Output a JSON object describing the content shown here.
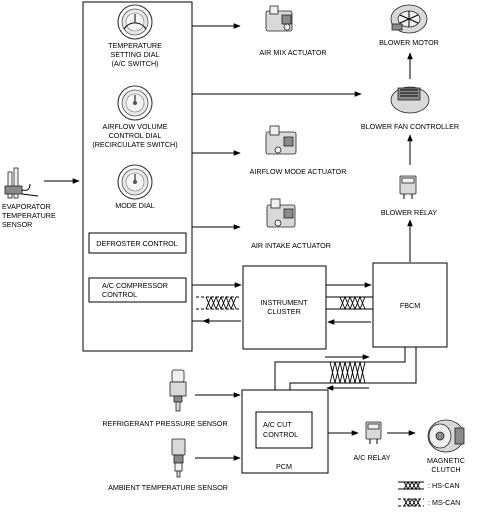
{
  "panel": {
    "temperature_dial_label": [
      "TEMPERATURE",
      "SETTING DIAL",
      "(A/C SWITCH)"
    ],
    "airflow_dial_label": [
      "AIRFLOW VOLUME",
      "CONTROL DIAL",
      "(RECIRCULATE SWITCH)"
    ],
    "mode_dial_label": "MODE DIAL",
    "defroster_control": "DEFROSTER CONTROL",
    "ac_compressor_control": [
      "A/C COMPRESSOR",
      "CONTROL"
    ]
  },
  "evaporator_sensor_label": [
    "EVAPORATOR",
    "TEMPERATURE",
    "SENSOR"
  ],
  "actuators": {
    "air_mix": "AIR MIX ACTUATOR",
    "airflow_mode": "AIRFLOW MODE ACTUATOR",
    "air_intake": "AIR INTAKE ACTUATOR"
  },
  "blower_motor": "BLOWER MOTOR",
  "blower_fan_controller": "BLOWER FAN CONTROLLER",
  "blower_relay": "BLOWER RELAY",
  "instrument_cluster": [
    "INSTRUMENT",
    "CLUSTER"
  ],
  "fbcm": "FBCM",
  "pcm": {
    "label": "PCM",
    "ac_cut_control": [
      "A/C CUT",
      "CONTROL"
    ]
  },
  "refrigerant_pressure_sensor": "REFRIGERANT PRESSURE SENSOR",
  "ambient_temperature_sensor": "AMBIENT TEMPERATURE SENSOR",
  "ac_relay": "A/C RELAY",
  "magnetic_clutch": [
    "MAGNETIC",
    "CLUTCH"
  ],
  "legend": {
    "hs_can": ": HS-CAN",
    "ms_can": ": MS-CAN"
  }
}
